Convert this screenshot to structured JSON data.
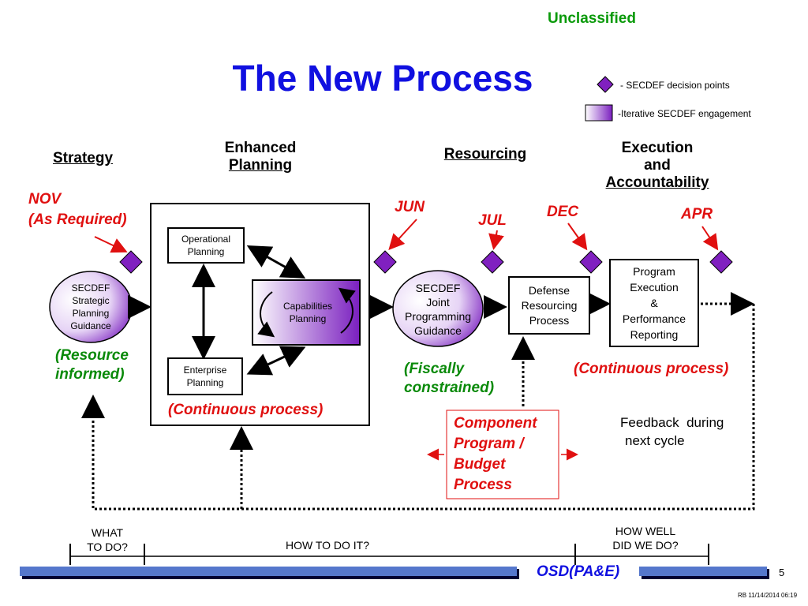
{
  "header": {
    "classification": "Unclassified",
    "title": "The New Process"
  },
  "legend": {
    "decision_points": "- SECDEF decision points",
    "iterative": "-Iterative SECDEF engagement"
  },
  "phases": {
    "strategy": "Strategy",
    "enhanced_line1": "Enhanced",
    "enhanced_line2": "Planning",
    "resourcing": "Resourcing",
    "execution_line1": "Execution",
    "execution_line2": "and",
    "execution_line3": "Accountability"
  },
  "months": {
    "nov": "NOV",
    "as_required": "(As Required)",
    "jun": "JUN",
    "jul": "JUL",
    "dec": "DEC",
    "apr": "APR"
  },
  "nodes": {
    "secdef_strategic": [
      "SECDEF",
      "Strategic",
      "Planning",
      "Guidance"
    ],
    "operational": [
      "Operational",
      "Planning"
    ],
    "capabilities": [
      "Capabilities",
      "Planning"
    ],
    "enterprise": [
      "Enterprise",
      "Planning"
    ],
    "secdef_joint": [
      "SECDEF",
      "Joint",
      "Programming",
      "Guidance"
    ],
    "defense_resourcing": [
      "Defense",
      "Resourcing",
      "Process"
    ],
    "program_execution": [
      "Program",
      "Execution",
      "&",
      "Performance",
      "Reporting"
    ]
  },
  "notes": {
    "resource_informed_1": "(Resource",
    "resource_informed_2": "informed)",
    "continuous_planning": "(Continuous process)",
    "fiscally_1": "(Fiscally",
    "fiscally_2": "constrained)",
    "continuous_execution": "(Continuous process)",
    "component": [
      "Component",
      "Program /",
      "Budget",
      "Process"
    ],
    "feedback_1": "Feedback  during",
    "feedback_2": "next cycle"
  },
  "timeline": {
    "what_1": "WHAT",
    "what_2": "TO DO?",
    "how": "HOW TO DO IT?",
    "howwell_1": "HOW WELL",
    "howwell_2": "DID WE DO?"
  },
  "footer": {
    "osd": "OSD(PA&E)",
    "page": "5",
    "stamp": "RB 11/14/2014 06:19"
  },
  "colors": {
    "classification": "#0a9a0a",
    "title": "#1010e0",
    "month": "#e01010",
    "decision_diamond": "#8020c0",
    "bar": "#5577cc"
  }
}
